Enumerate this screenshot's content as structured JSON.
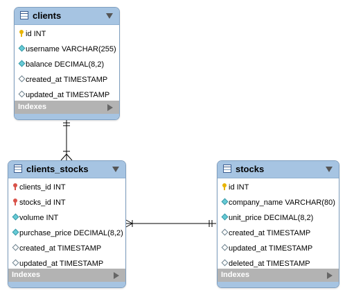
{
  "diagram": {
    "tables": [
      {
        "name": "clients",
        "columns": [
          {
            "text": "id INT",
            "icon": "primary-key-icon"
          },
          {
            "text": "username VARCHAR(255)",
            "icon": "column-icon"
          },
          {
            "text": "balance DECIMAL(8,2)",
            "icon": "column-icon"
          },
          {
            "text": "created_at TIMESTAMP",
            "icon": "nullable-column-icon"
          },
          {
            "text": "updated_at TIMESTAMP",
            "icon": "nullable-column-icon"
          }
        ],
        "indexes_label": "Indexes"
      },
      {
        "name": "clients_stocks",
        "columns": [
          {
            "text": "clients_id INT",
            "icon": "foreign-key-icon"
          },
          {
            "text": "stocks_id INT",
            "icon": "foreign-key-icon"
          },
          {
            "text": "volume INT",
            "icon": "column-icon"
          },
          {
            "text": "purchase_price DECIMAL(8,2)",
            "icon": "column-icon"
          },
          {
            "text": "created_at TIMESTAMP",
            "icon": "nullable-column-icon"
          },
          {
            "text": "updated_at TIMESTAMP",
            "icon": "nullable-column-icon"
          }
        ],
        "indexes_label": "Indexes"
      },
      {
        "name": "stocks",
        "columns": [
          {
            "text": "id INT",
            "icon": "primary-key-icon"
          },
          {
            "text": "company_name VARCHAR(80)",
            "icon": "column-icon"
          },
          {
            "text": "unit_price DECIMAL(8,2)",
            "icon": "column-icon"
          },
          {
            "text": "created_at TIMESTAMP",
            "icon": "nullable-column-icon"
          },
          {
            "text": "updated_at TIMESTAMP",
            "icon": "nullable-column-icon"
          },
          {
            "text": "deleted_at TIMESTAMP",
            "icon": "nullable-column-icon"
          }
        ],
        "indexes_label": "Indexes"
      }
    ],
    "relationships": [
      {
        "from": "clients",
        "to": "clients_stocks",
        "type": "one-to-many"
      },
      {
        "from": "stocks",
        "to": "clients_stocks",
        "type": "one-to-many"
      }
    ],
    "colors": {
      "header": "#a6c4e2",
      "border": "#7f9fc0",
      "indexes_bar": "#b3b3b3",
      "primary_key": "#e8b400",
      "foreign_key": "#d9534a",
      "column_diamond": "#67cbd6"
    }
  }
}
